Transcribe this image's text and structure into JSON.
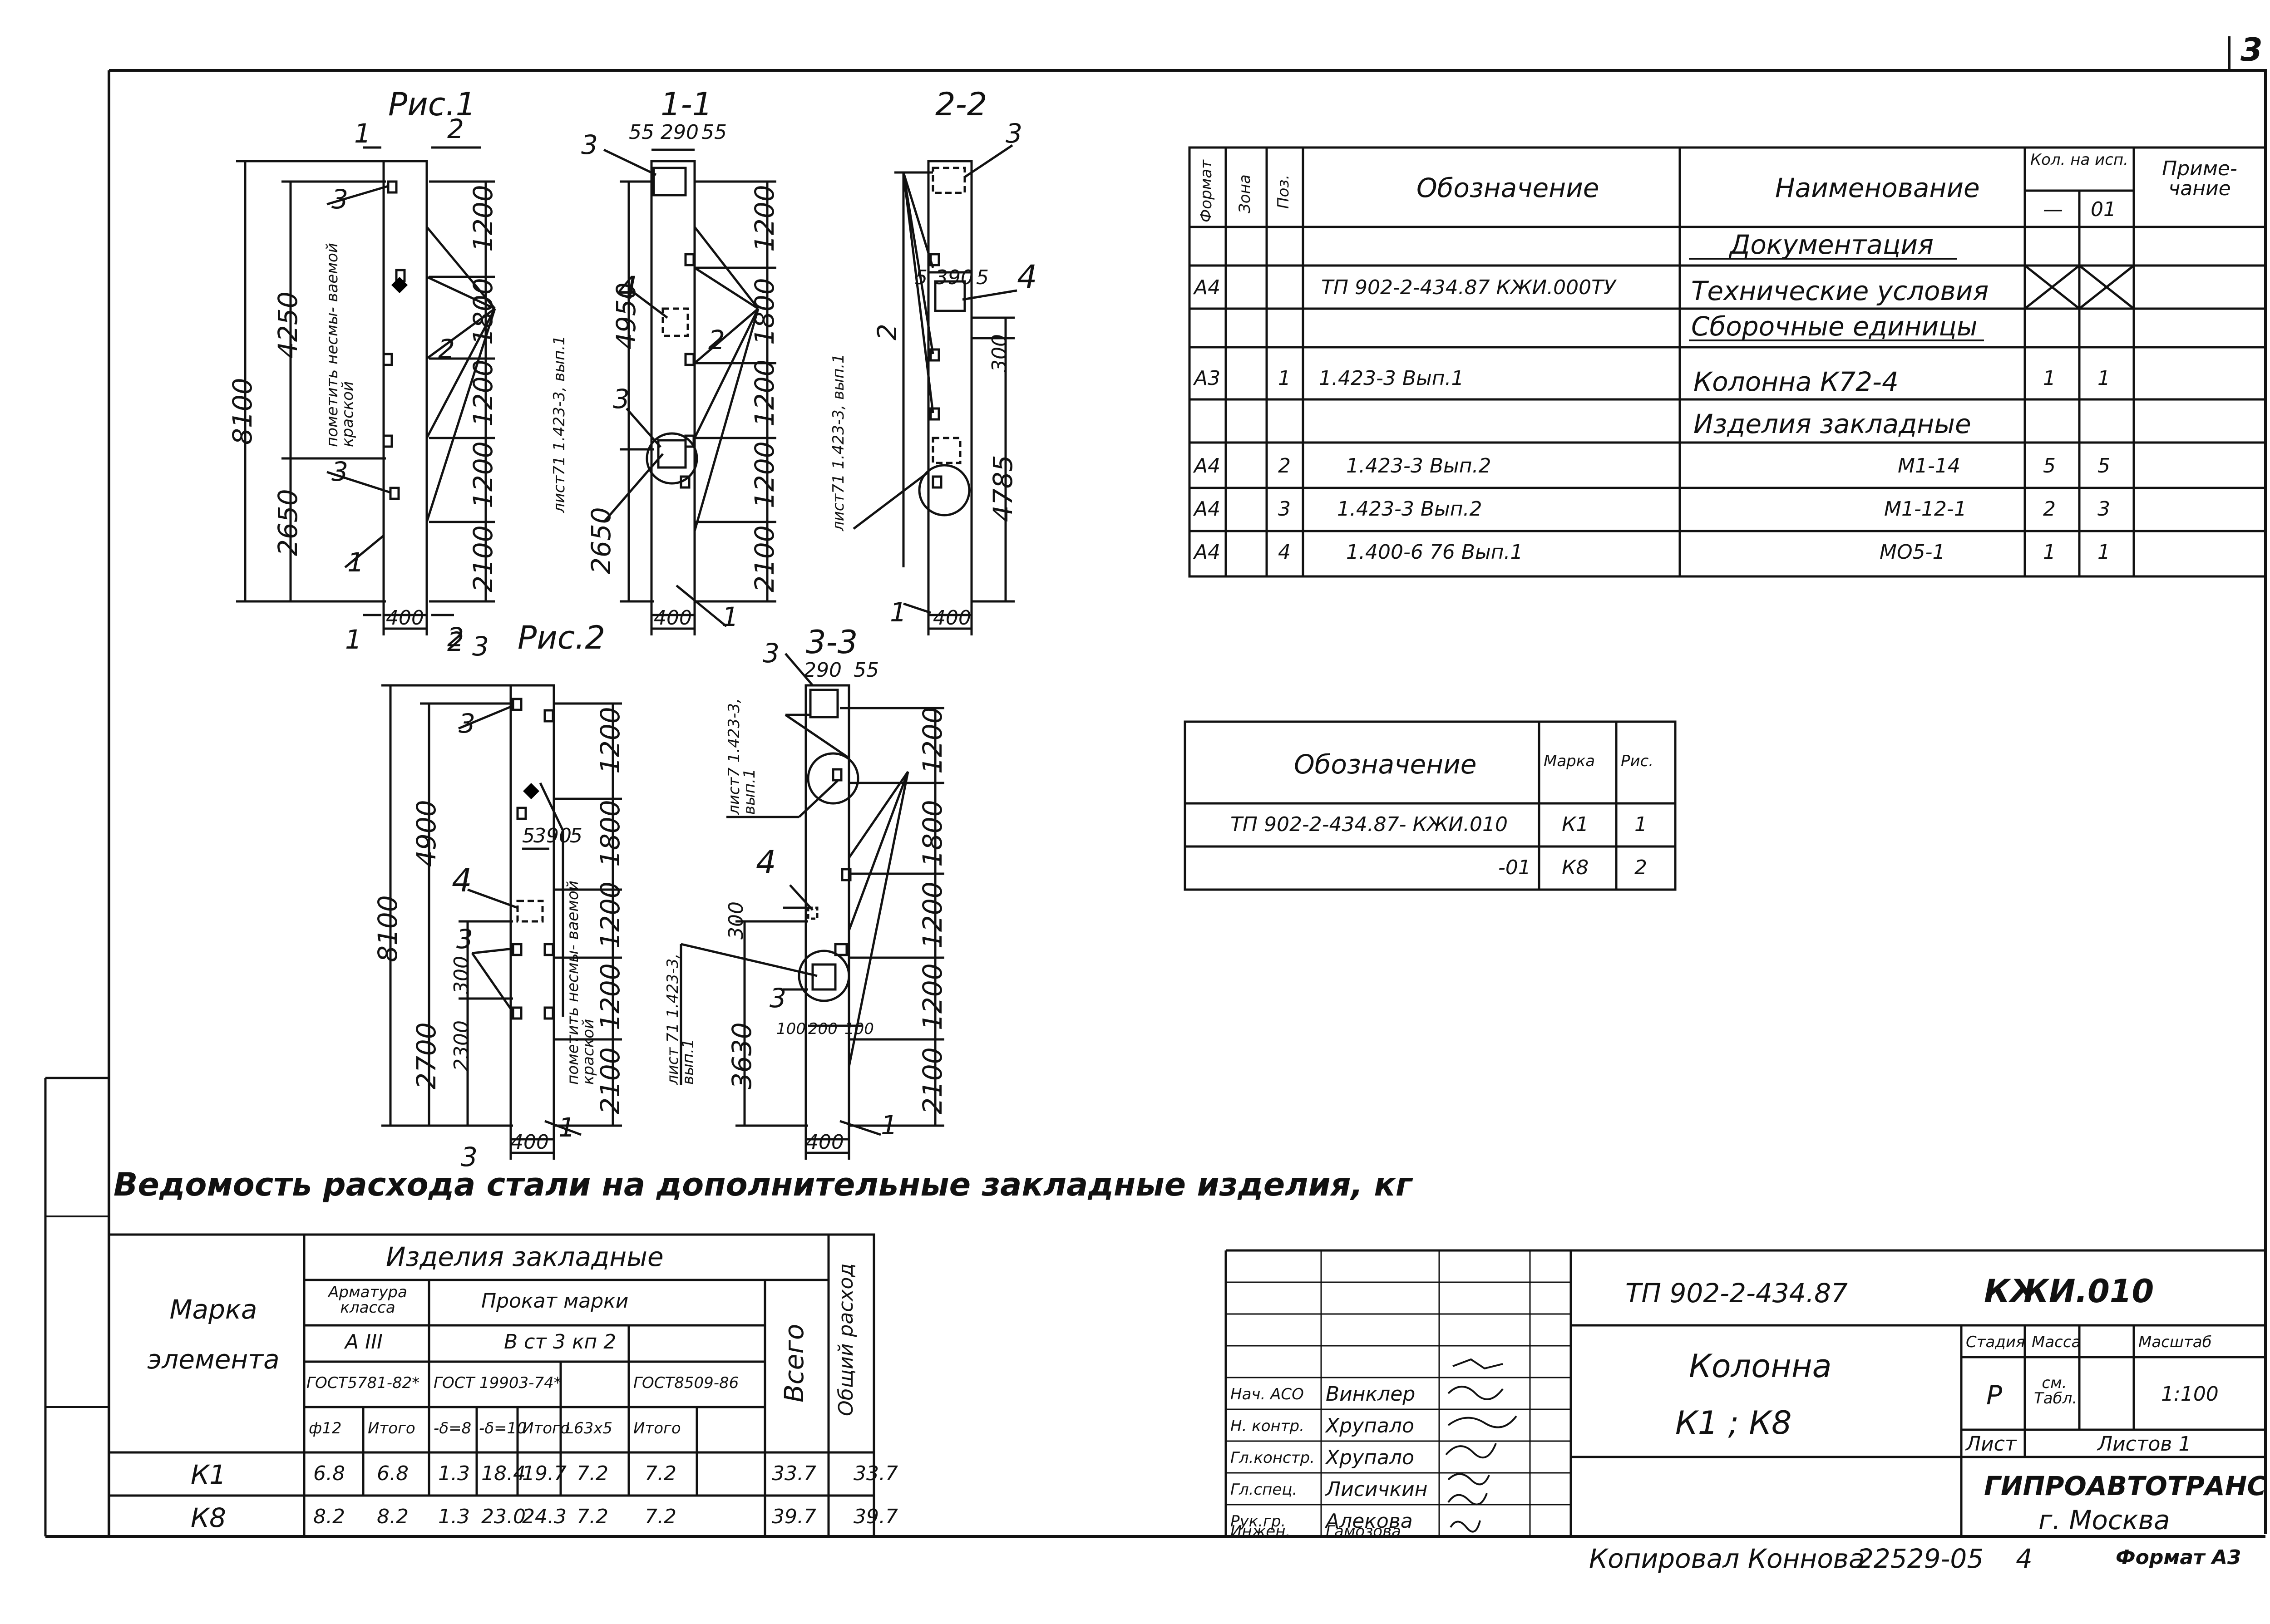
{
  "sheet_number": "3",
  "figures": {
    "fig1": {
      "title": "Рис.1",
      "section_marks": [
        "1",
        "2",
        "1",
        "2"
      ],
      "dims_left": [
        "8100",
        "4250",
        "2650"
      ],
      "dims_right": [
        "1200",
        "1800",
        "1200",
        "1200",
        "2100"
      ],
      "width": "400",
      "pos": [
        "3",
        "3",
        "2",
        "1"
      ],
      "note": "пометить несмы- ваемой краской"
    },
    "sec11": {
      "title": "1-1",
      "top_dims": [
        "55",
        "290",
        "55"
      ],
      "dims_left": [
        "4950",
        "2650"
      ],
      "dims_right": [
        "1200",
        "1800",
        "1200",
        "1200",
        "2100"
      ],
      "width": "400",
      "pos": [
        "3",
        "4",
        "3",
        "2",
        "1"
      ],
      "ref": "лист71 1.423-3, вып.1"
    },
    "sec22": {
      "title": "2-2",
      "mid_dims": [
        "5",
        "390",
        "5"
      ],
      "dims_right": [
        "300",
        "4785"
      ],
      "width": "400",
      "pos": [
        "3",
        "4",
        "2",
        "1"
      ],
      "ref": "лист71 1.423-3, вып.1"
    },
    "fig2": {
      "title": "Рис.2",
      "section_marks": [
        "2",
        "3",
        "3"
      ],
      "dims_left": [
        "8100",
        "4900",
        "2700",
        "2300",
        "300"
      ],
      "dims_right": [
        "1200",
        "1800",
        "1200",
        "1200",
        "2100"
      ],
      "mid_dims": [
        "5",
        "390",
        "5"
      ],
      "width": "400",
      "pos": [
        "3",
        "4",
        "3",
        "1"
      ],
      "note": "пометить несмы- ваемой краской"
    },
    "sec33": {
      "title": "3-3",
      "top_dims": [
        "290",
        "55"
      ],
      "dims_left": [
        "300",
        "3630"
      ],
      "bottom_dims": [
        "100",
        "200",
        "100"
      ],
      "dims_right": [
        "1200",
        "1800",
        "1200",
        "1200",
        "2100"
      ],
      "width": "400",
      "pos": [
        "3",
        "4",
        "3",
        "1"
      ],
      "ref_top": "лист7 1.423-3, вып.1",
      "ref_bottom": "лист 71 1.423-3, вып.1"
    }
  },
  "spec_table": {
    "headers": {
      "format": "Формат",
      "zone": "Зона",
      "pos": "Поз.",
      "designation": "Обозначение",
      "name": "Наименование",
      "qty": "Кол. на исп.",
      "qty_sub": [
        "—",
        "01"
      ],
      "note": "Приме- чание"
    },
    "rows": [
      {
        "format": "",
        "zone": "",
        "pos": "",
        "designation": "",
        "name": "Документация",
        "q1": "",
        "q2": "",
        "section": true
      },
      {
        "format": "А4",
        "zone": "",
        "pos": "",
        "designation": "ТП 902-2-434.87     КЖИ.000ТУ",
        "name": "Технические условия",
        "q1": "",
        "q2": "",
        "crossed": true
      },
      {
        "format": "",
        "zone": "",
        "pos": "",
        "designation": "",
        "name": "Сборочные единицы",
        "q1": "",
        "q2": "",
        "section": true
      },
      {
        "format": "А3",
        "zone": "",
        "pos": "1",
        "designation": "1.423-3   Вып.1",
        "name": "Колонна  К72-4",
        "q1": "1",
        "q2": "1"
      },
      {
        "format": "",
        "zone": "",
        "pos": "",
        "designation": "",
        "name": "Изделия  закладные",
        "q1": "",
        "q2": ""
      },
      {
        "format": "А4",
        "zone": "",
        "pos": "2",
        "designation": "1.423-3   Вып.2",
        "name": "М1-14",
        "q1": "5",
        "q2": "5"
      },
      {
        "format": "А4",
        "zone": "",
        "pos": "3",
        "designation": "1.423-3   Вып.2",
        "name": "М1-12-1",
        "q1": "2",
        "q2": "3"
      },
      {
        "format": "А4",
        "zone": "",
        "pos": "4",
        "designation": "1.400-6 76 Вып.1",
        "name": "МО5-1",
        "q1": "1",
        "q2": "1"
      }
    ]
  },
  "mark_table": {
    "headers": [
      "Обозначение",
      "Марка",
      "Рис."
    ],
    "rows": [
      {
        "designation": "ТП 902-2-434.87- КЖИ.010",
        "mark": "К1",
        "fig": "1"
      },
      {
        "designation": "-01",
        "mark": "К8",
        "fig": "2"
      }
    ]
  },
  "steel_table": {
    "title": "Ведомость расхода стали на дополнительные закладные изделия, кг",
    "head_mark": "Марка элемента",
    "head_group": "Изделия  закладные",
    "head_rebar": "Арматура класса",
    "head_rebar_class": "А III",
    "head_rebar_gost": "ГОСТ5781-82*",
    "head_rolled": "Прокат  марки",
    "head_rolled_grade": "В ст 3  кп 2",
    "head_rolled_gost1": "ГОСТ 19903-74*",
    "head_rolled_gost2": "ГОСТ8509-86",
    "head_total": "Всего",
    "head_overall": "Общий расход",
    "sub_cols": [
      "ф12",
      "Итого",
      "-δ=8",
      "-δ=10",
      "Итого",
      "L63x5",
      "Итого"
    ],
    "rows": [
      {
        "mark": "К1",
        "v": [
          "6.8",
          "6.8",
          "1.3",
          "18.4",
          "19.7",
          "7.2",
          "7.2",
          "33.7",
          "33.7"
        ]
      },
      {
        "mark": "К8",
        "v": [
          "8.2",
          "8.2",
          "1.3",
          "23.0",
          "24.3",
          "7.2",
          "7.2",
          "39.7",
          "39.7"
        ]
      }
    ]
  },
  "title_block": {
    "code": "ТП 902-2-434.87",
    "doc": "КЖИ.010",
    "name_line1": "Колонна",
    "name_line2": "К1 ;  К8",
    "stage_h": "Стадия",
    "mass_h": "Масса",
    "scale_h": "Масштаб",
    "stage": "Р",
    "mass": "см. Табл.",
    "scale": "1:100",
    "sheet_h": "Лист",
    "sheets_h": "Листов 1",
    "org1": "ГИПРОАВТОТРАНС",
    "org2": "г. Москва",
    "people": [
      {
        "role": "Нач. АСО",
        "name": "Винклер"
      },
      {
        "role": "Н. контр.",
        "name": "Хрупало"
      },
      {
        "role": "Гл.констр.",
        "name": "Хрупало"
      },
      {
        "role": "Гл.спец.",
        "name": "Лисичкин"
      },
      {
        "role": "Рук.гр.",
        "name": "Алекова"
      },
      {
        "role": "Инжен.",
        "name": "Гамозова"
      }
    ]
  },
  "footer": {
    "copied": "Копировал Коннова",
    "num": "22529-05",
    "page": "4",
    "format": "Формат А3"
  }
}
